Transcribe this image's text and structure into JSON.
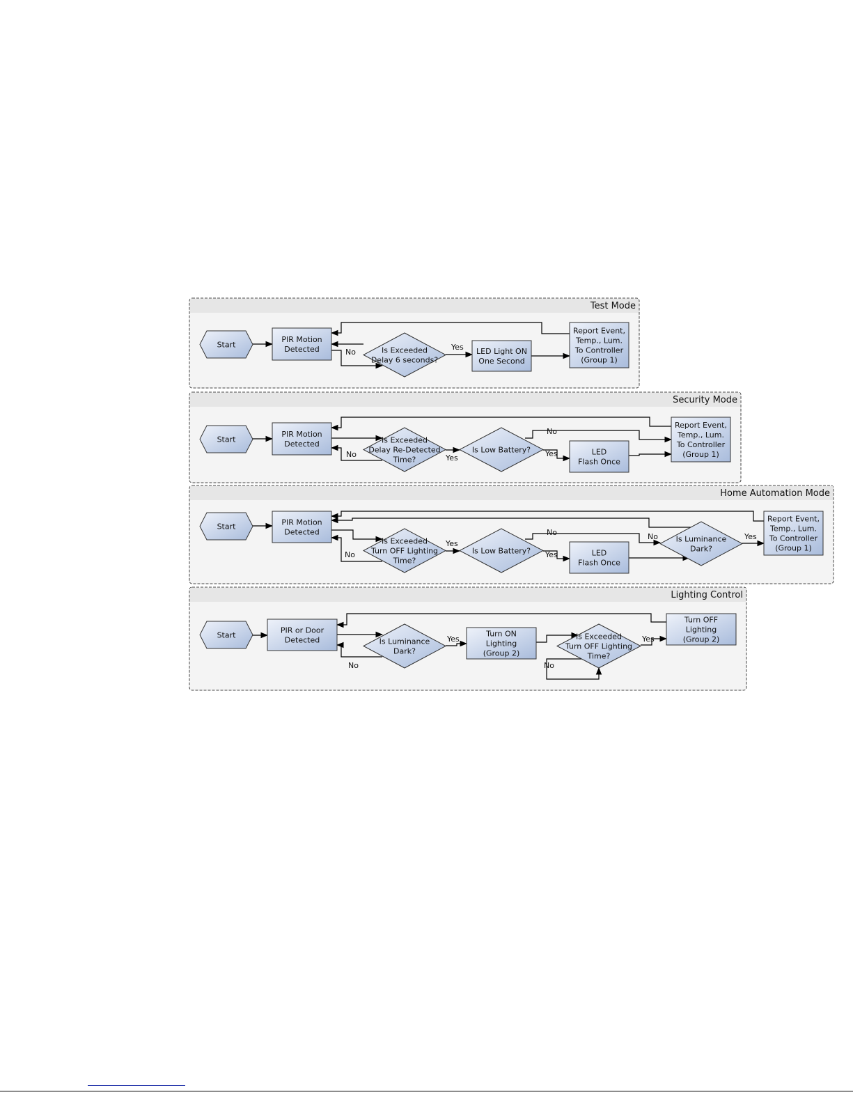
{
  "panels": [
    {
      "title": "Test Mode",
      "nodes": [
        {
          "id": "start",
          "shape": "hexagon",
          "label": [
            "Start"
          ]
        },
        {
          "id": "pir",
          "shape": "rect",
          "label": [
            "PIR Motion",
            "Detected"
          ]
        },
        {
          "id": "exceeded",
          "shape": "diamond",
          "label": [
            "Is Exceeded",
            "Delay 6 seconds?"
          ]
        },
        {
          "id": "led",
          "shape": "rect",
          "label": [
            "LED Light ON",
            "One Second"
          ]
        },
        {
          "id": "report",
          "shape": "rect",
          "label": [
            "Report Event,",
            "Temp., Lum.",
            "To Controller",
            "(Group 1)"
          ]
        }
      ],
      "edge_labels": [
        "No",
        "Yes"
      ]
    },
    {
      "title": "Security Mode",
      "nodes": [
        {
          "id": "start",
          "shape": "hexagon",
          "label": [
            "Start"
          ]
        },
        {
          "id": "pir",
          "shape": "rect",
          "label": [
            "PIR Motion",
            "Detected"
          ]
        },
        {
          "id": "exceeded",
          "shape": "diamond",
          "label": [
            "Is Exceeded",
            "Delay Re-Detected",
            "Time?"
          ]
        },
        {
          "id": "battery",
          "shape": "diamond",
          "label": [
            "Is Low Battery?"
          ]
        },
        {
          "id": "led",
          "shape": "rect",
          "label": [
            "LED",
            "Flash Once"
          ]
        },
        {
          "id": "report",
          "shape": "rect",
          "label": [
            "Report Event,",
            "Temp., Lum.",
            "To Controller",
            "(Group 1)"
          ]
        }
      ],
      "edge_labels": [
        "No",
        "Yes",
        "No",
        "Yes"
      ]
    },
    {
      "title": "Home Automation Mode",
      "nodes": [
        {
          "id": "start",
          "shape": "hexagon",
          "label": [
            "Start"
          ]
        },
        {
          "id": "pir",
          "shape": "rect",
          "label": [
            "PIR Motion",
            "Detected"
          ]
        },
        {
          "id": "exceeded",
          "shape": "diamond",
          "label": [
            "Is Exceeded",
            "Turn OFF Lighting",
            "Time?"
          ]
        },
        {
          "id": "battery",
          "shape": "diamond",
          "label": [
            "Is Low Battery?"
          ]
        },
        {
          "id": "led",
          "shape": "rect",
          "label": [
            "LED",
            "Flash Once"
          ]
        },
        {
          "id": "lum",
          "shape": "diamond",
          "label": [
            "Is Luminance",
            "Dark?"
          ]
        },
        {
          "id": "report",
          "shape": "rect",
          "label": [
            "Report Event,",
            "Temp., Lum.",
            "To Controller",
            "(Group 1)"
          ]
        }
      ],
      "edge_labels": [
        "No",
        "Yes",
        "No",
        "Yes",
        "No",
        "Yes"
      ]
    },
    {
      "title": "Lighting Control",
      "nodes": [
        {
          "id": "start",
          "shape": "hexagon",
          "label": [
            "Start"
          ]
        },
        {
          "id": "pir",
          "shape": "rect",
          "label": [
            "PIR or Door",
            "Detected"
          ]
        },
        {
          "id": "lum",
          "shape": "diamond",
          "label": [
            "Is Luminance",
            "Dark?"
          ]
        },
        {
          "id": "on",
          "shape": "rect",
          "label": [
            "Turn ON",
            "Lighting",
            "(Group 2)"
          ]
        },
        {
          "id": "exceeded",
          "shape": "diamond",
          "label": [
            "Is Exceeded",
            "Turn OFF Lighting",
            "Time?"
          ]
        },
        {
          "id": "off",
          "shape": "rect",
          "label": [
            "Turn OFF",
            "Lighting",
            "(Group 2)"
          ]
        }
      ],
      "edge_labels": [
        "No",
        "Yes",
        "No",
        "Yes"
      ]
    }
  ]
}
